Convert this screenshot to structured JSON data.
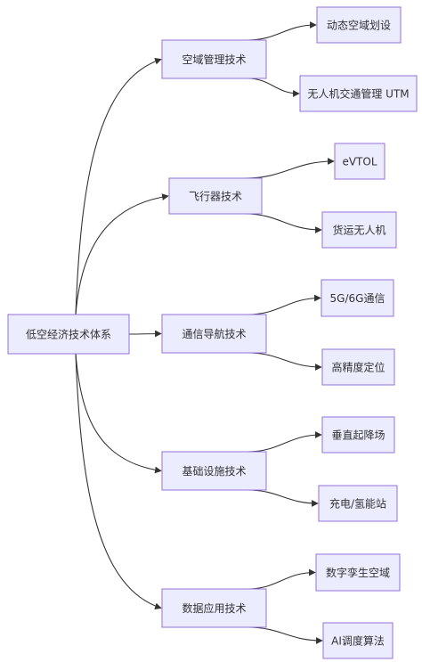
{
  "diagram": {
    "type": "flowchart",
    "root": {
      "id": "root",
      "label": "低空经济技术体系"
    },
    "categories": [
      {
        "id": "c1",
        "label": "空域管理技术",
        "children": [
          {
            "id": "c1a",
            "label": "动态空域划设"
          },
          {
            "id": "c1b",
            "label": "无人机交通管理 UTM"
          }
        ]
      },
      {
        "id": "c2",
        "label": "飞行器技术",
        "children": [
          {
            "id": "c2a",
            "label": "eVTOL"
          },
          {
            "id": "c2b",
            "label": "货运无人机"
          }
        ]
      },
      {
        "id": "c3",
        "label": "通信导航技术",
        "children": [
          {
            "id": "c3a",
            "label": "5G/6G通信"
          },
          {
            "id": "c3b",
            "label": "高精度定位"
          }
        ]
      },
      {
        "id": "c4",
        "label": "基础设施技术",
        "children": [
          {
            "id": "c4a",
            "label": "垂直起降场"
          },
          {
            "id": "c4b",
            "label": "充电/氢能站"
          }
        ]
      },
      {
        "id": "c5",
        "label": "数据应用技术",
        "children": [
          {
            "id": "c5a",
            "label": "数字孪生空域"
          },
          {
            "id": "c5b",
            "label": "AI调度算法"
          }
        ]
      }
    ],
    "colors": {
      "node_fill": "#ececff",
      "node_stroke": "#9370db",
      "edge": "#333333",
      "text": "#333333"
    }
  }
}
